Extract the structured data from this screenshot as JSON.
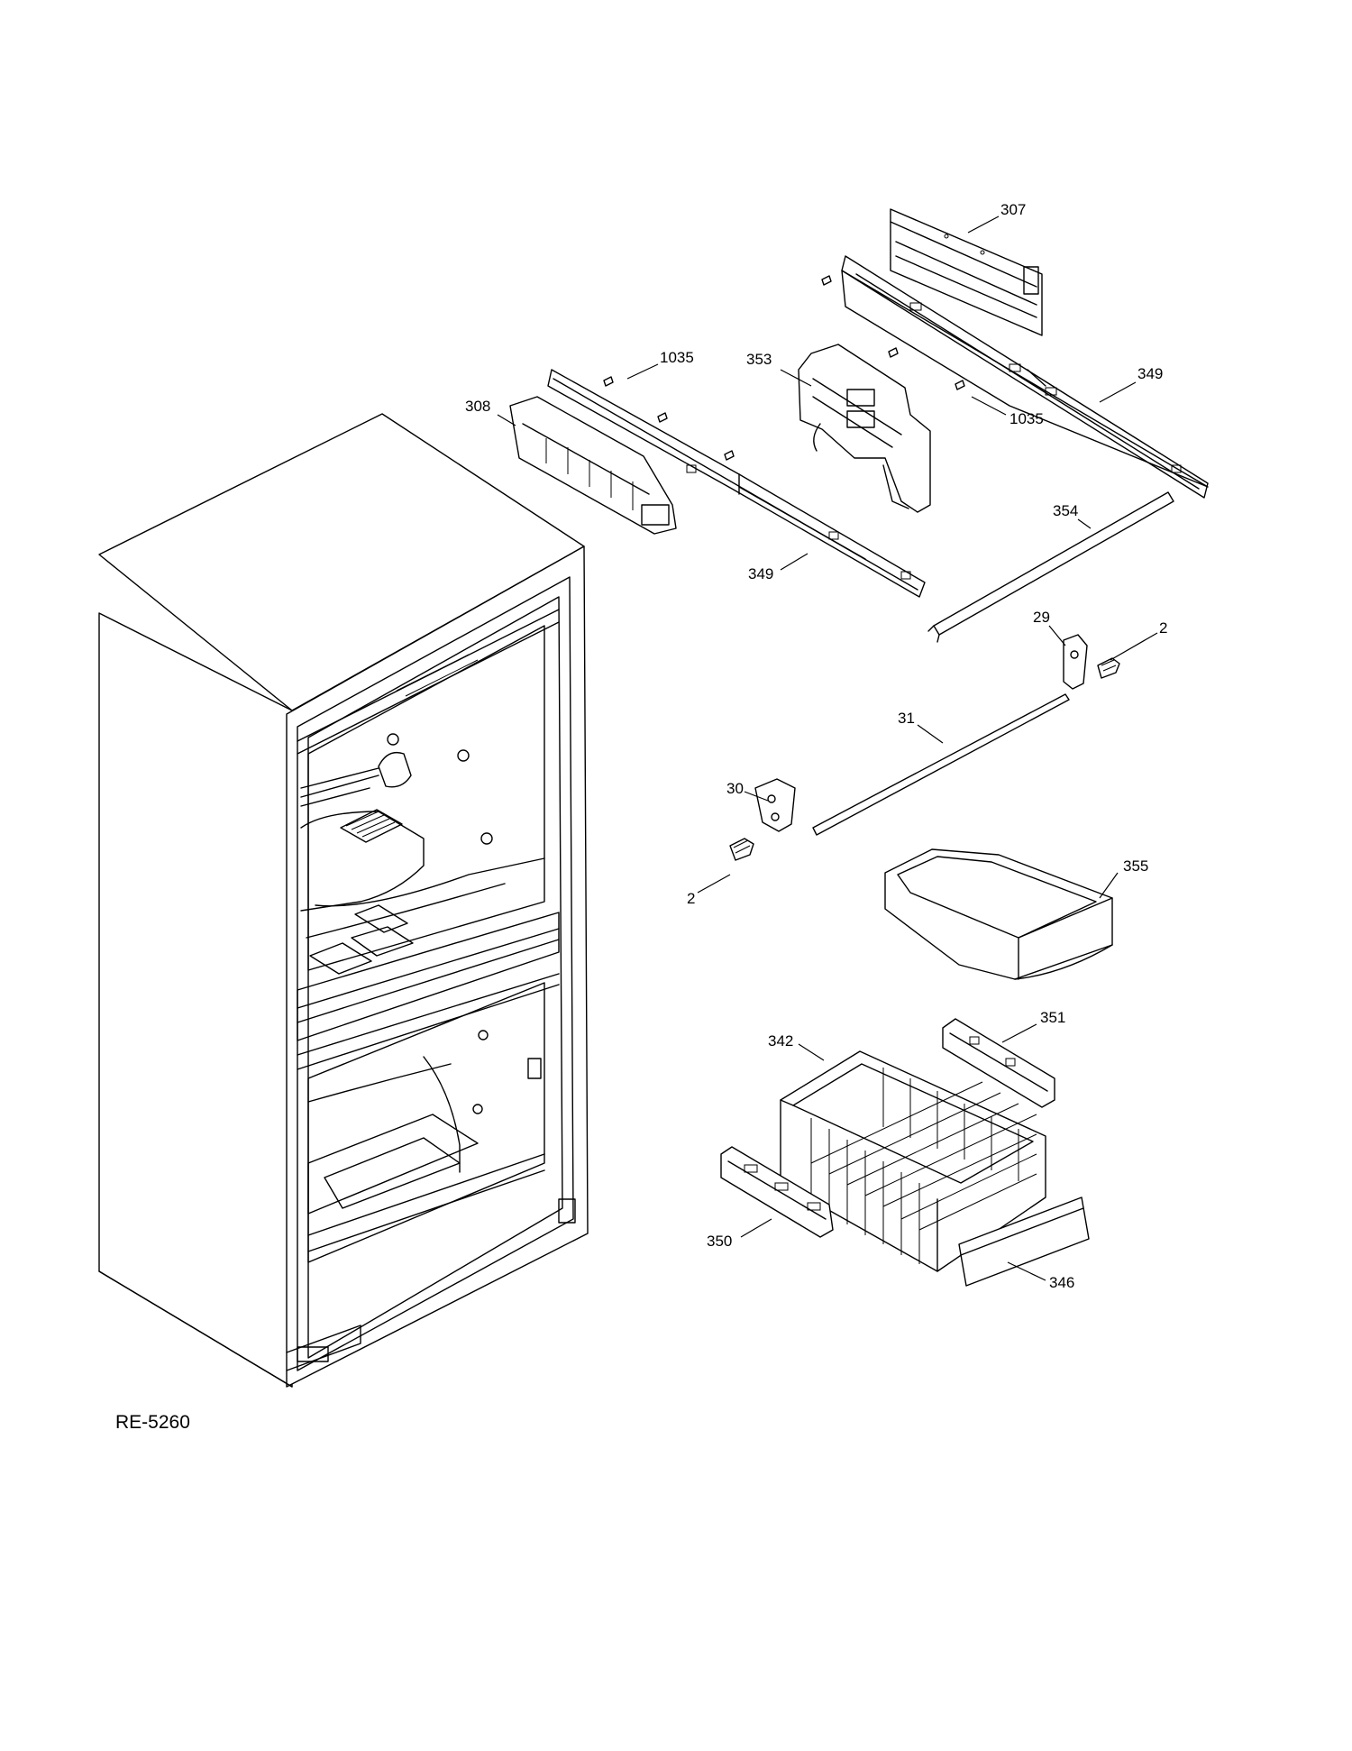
{
  "diagram_id": "RE-5260",
  "callouts": {
    "c307": "307",
    "c349_top": "349",
    "c1035_left": "1035",
    "c353": "353",
    "c1035_right": "1035",
    "c308": "308",
    "c349_bottom": "349",
    "c354": "354",
    "c29": "29",
    "c2_right": "2",
    "c31": "31",
    "c30": "30",
    "c2_left": "2",
    "c355": "355",
    "c351": "351",
    "c342": "342",
    "c350": "350",
    "c346": "346"
  }
}
